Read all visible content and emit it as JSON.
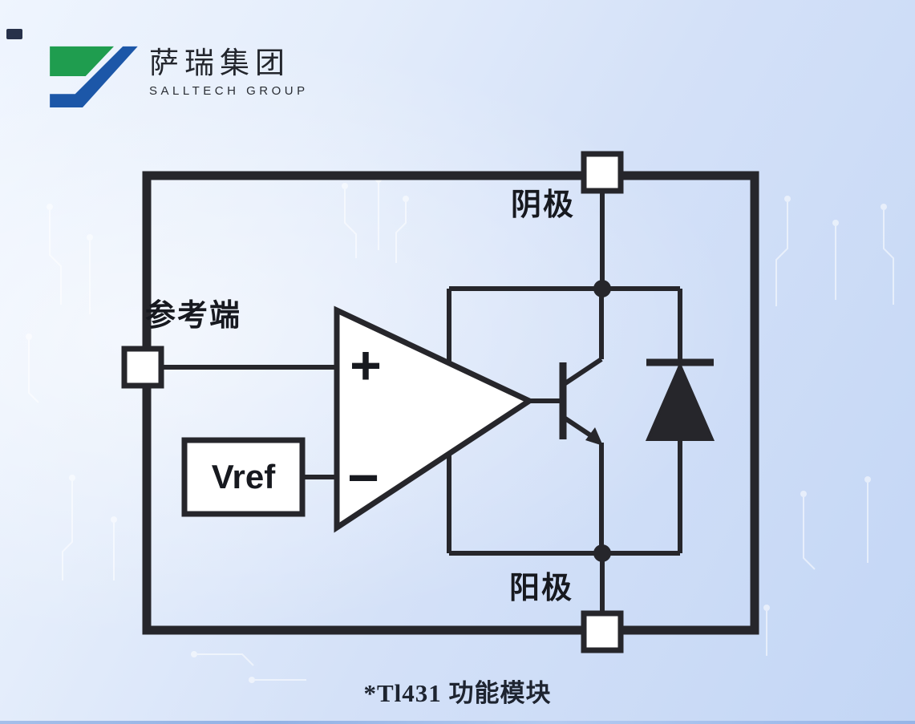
{
  "colors": {
    "line": "#26262b",
    "background_top": "#eff5fe",
    "background_bottom": "#c3d6f5"
  },
  "brand": {
    "name_zh": "萨瑞集团",
    "name_en": "SALLTECH GROUP",
    "logo_colors": {
      "green": "#1f9d4f",
      "blue": "#1c57a8"
    }
  },
  "diagram": {
    "caption": "*Tl431 功能模块",
    "pins": {
      "top": "阴极",
      "left": "参考端",
      "bottom": "阳极"
    },
    "blocks": {
      "vref": "Vref",
      "opamp_plus": "+",
      "opamp_minus": "−"
    }
  }
}
